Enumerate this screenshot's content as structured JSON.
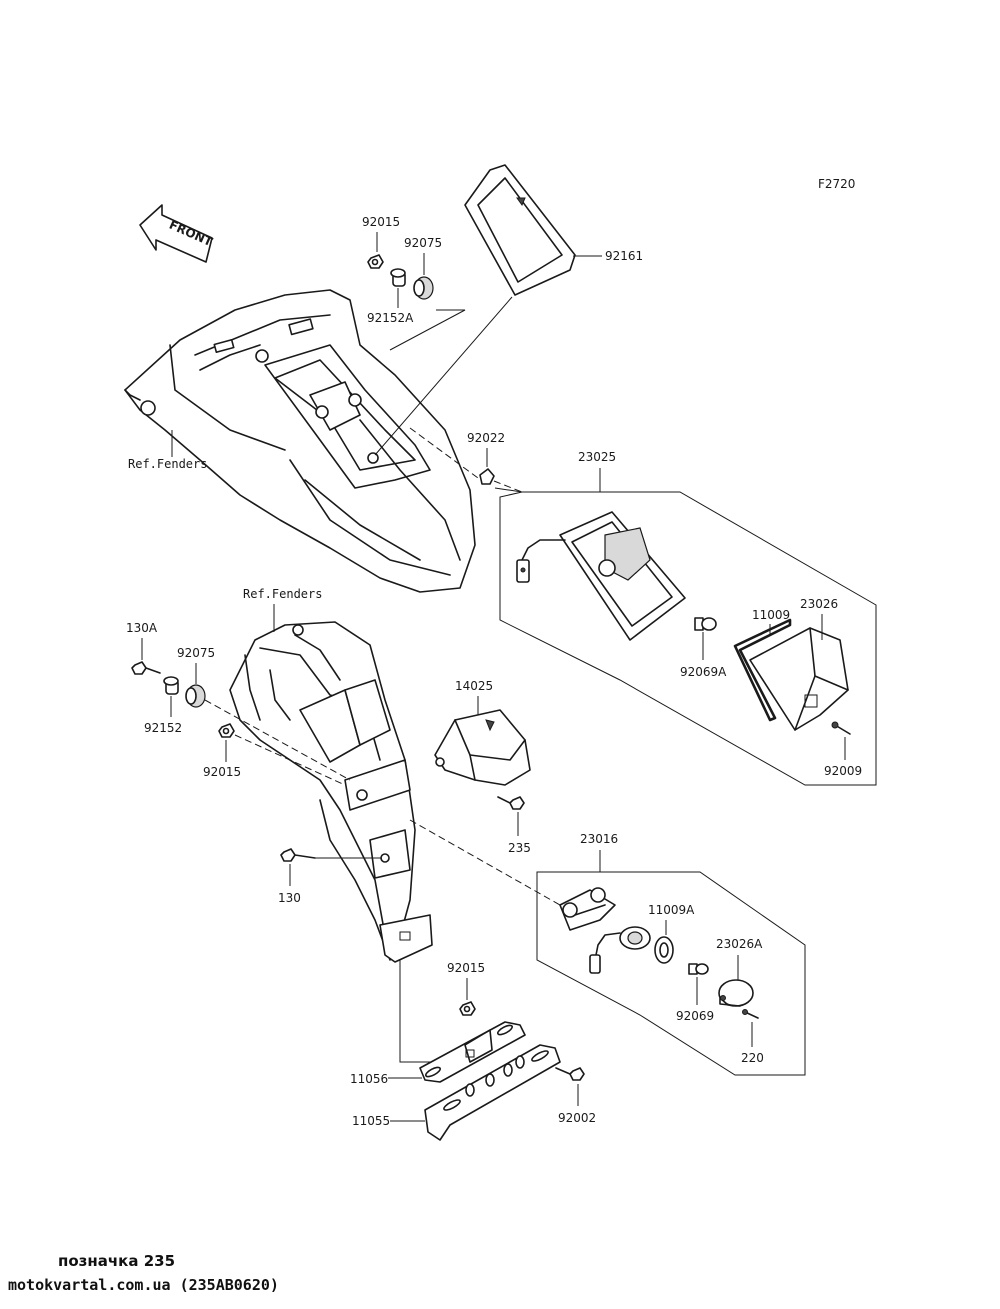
{
  "diagram_code": "F2720",
  "front_label": "FRONT",
  "refs": {
    "ref_fenders_upper": "Ref.Fenders",
    "ref_fenders_lower": "Ref.Fenders"
  },
  "parts": {
    "p92015_top": "92015",
    "p92075_top": "92075",
    "p92152A": "92152A",
    "p92161": "92161",
    "p92022": "92022",
    "p23025": "23025",
    "p11009": "11009",
    "p23026": "23026",
    "p92069A": "92069A",
    "p92009": "92009",
    "p130A": "130A",
    "p92075_mid": "92075",
    "p92152": "92152",
    "p92015_mid": "92015",
    "p14025": "14025",
    "p235": "235",
    "p130": "130",
    "p23016": "23016",
    "p11009A": "11009A",
    "p23026A": "23026A",
    "p92069": "92069",
    "p220": "220",
    "p92015_bot": "92015",
    "p11056": "11056",
    "p11055": "11055",
    "p92002": "92002"
  },
  "footer": {
    "line1": "позначка 235",
    "line2": "motokvartal.com.ua (235AB0620)"
  }
}
